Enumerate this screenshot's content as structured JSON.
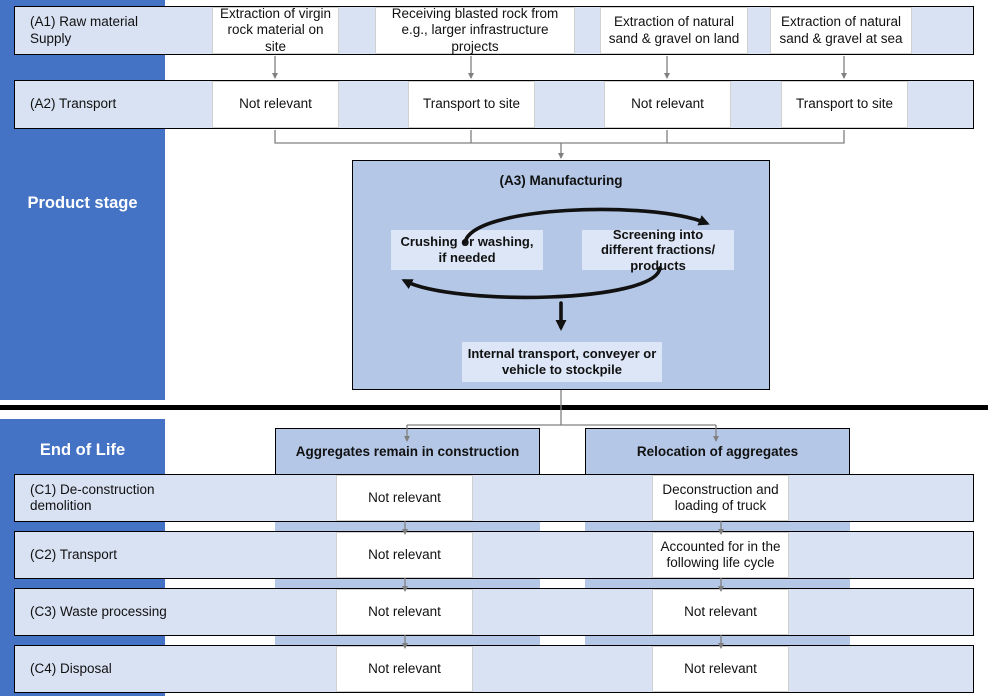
{
  "stages": {
    "product": "Product stage",
    "end_of_life": "End of Life"
  },
  "rows": {
    "a1": "(A1) Raw material Supply",
    "a1_line1": "(A1) Raw material",
    "a1_line2": "Supply",
    "a2": "(A2) Transport",
    "c1_line1": "(C1) De-construction",
    "c1_line2": "demolition",
    "c2": "(C2) Transport",
    "c3": "(C3) Waste processing",
    "c4": "(C4) Disposal"
  },
  "a1_cells": [
    "Extraction of virgin rock material on site",
    "Receiving blasted rock from e.g., larger infrastructure projects",
    "Extraction of natural sand & gravel on land",
    "Extraction of natural sand & gravel at sea"
  ],
  "a2_cells": [
    "Not relevant",
    "Transport to site",
    "Not relevant",
    "Transport to site"
  ],
  "a3": {
    "title": "(A3) Manufacturing",
    "left_box": "Crushing or washing, if needed",
    "right_box": "Screening into different fractions/ products",
    "bottom_box": "Internal transport, conveyer or vehicle to stockpile"
  },
  "eol_headers": [
    "Aggregates remain in construction",
    "Relocation of aggregates"
  ],
  "eol_cells": {
    "remain": [
      "Not relevant",
      "Not relevant",
      "Not relevant",
      "Not relevant"
    ],
    "relocation": [
      "Deconstruction and loading of truck",
      "Accounted for in the following life cycle",
      "Not relevant",
      "Not relevant"
    ]
  },
  "colors": {
    "stage_blue": "#4472C4",
    "band_light": "#D9E2F3",
    "mid_blue": "#B4C7E7",
    "a3_box": "#DCE6F7",
    "arrow_gray": "#7F7F7F",
    "arrow_black": "#000000"
  }
}
